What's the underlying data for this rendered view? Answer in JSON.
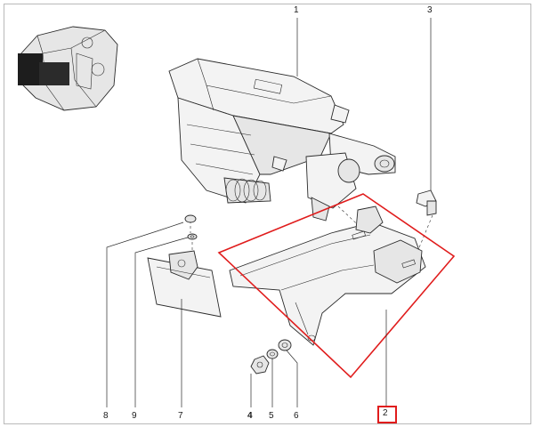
{
  "diagram": {
    "callouts": {
      "c1": "1",
      "c2": "2",
      "c3": "3",
      "c4": "4",
      "c5": "5",
      "c6": "6",
      "c7": "7",
      "c8": "8",
      "c9": "9"
    },
    "highlighted_part": "2",
    "highlight_color": "#e01c1c",
    "line_color": "#2a2a2a"
  }
}
